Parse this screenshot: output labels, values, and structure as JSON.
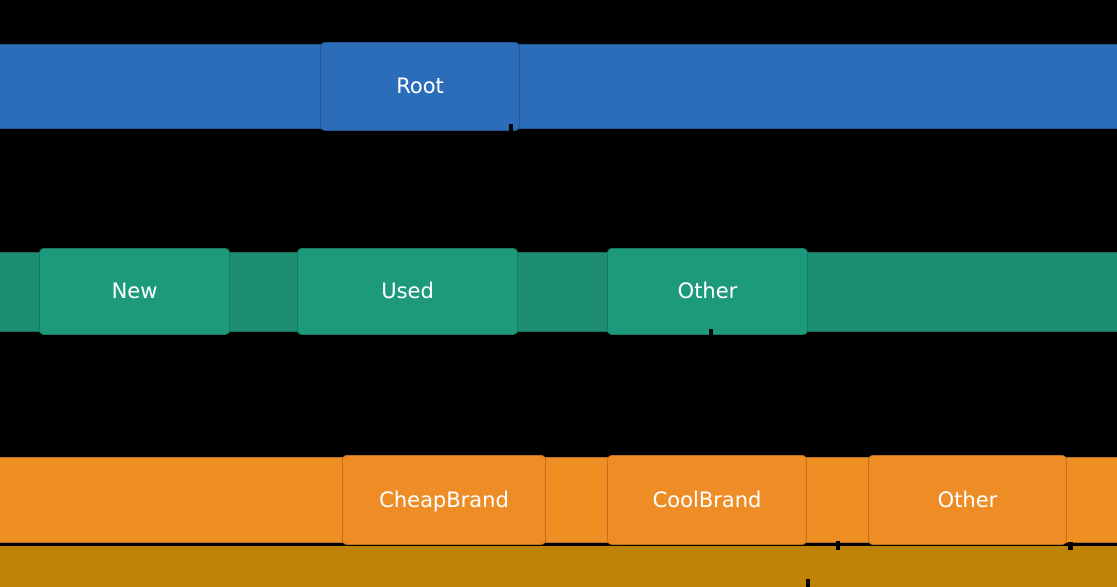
{
  "chart_data": {
    "type": "icicle",
    "orientation": "top-down",
    "background_color": "#000000",
    "text_color": "#ffffff",
    "levels": [
      {
        "depth": 0,
        "name": "root-level",
        "color": "#2b6db8",
        "track_color": "#2b6db8",
        "nodes": [
          {
            "label": "Root"
          }
        ]
      },
      {
        "depth": 1,
        "name": "condition-level",
        "color": "#1c9a7b",
        "track_color": "#1d8d72",
        "nodes": [
          {
            "label": "New"
          },
          {
            "label": "Used"
          },
          {
            "label": "Other"
          }
        ]
      },
      {
        "depth": 2,
        "name": "brand-level",
        "color": "#ee8d26",
        "track_color": "#ef8e23",
        "nodes": [
          {
            "label": "CheapBrand"
          },
          {
            "label": "CoolBrand"
          },
          {
            "label": "Other"
          }
        ]
      },
      {
        "depth": 3,
        "name": "truncated-bottom-level",
        "color": "#be8204",
        "nodes": []
      }
    ]
  }
}
